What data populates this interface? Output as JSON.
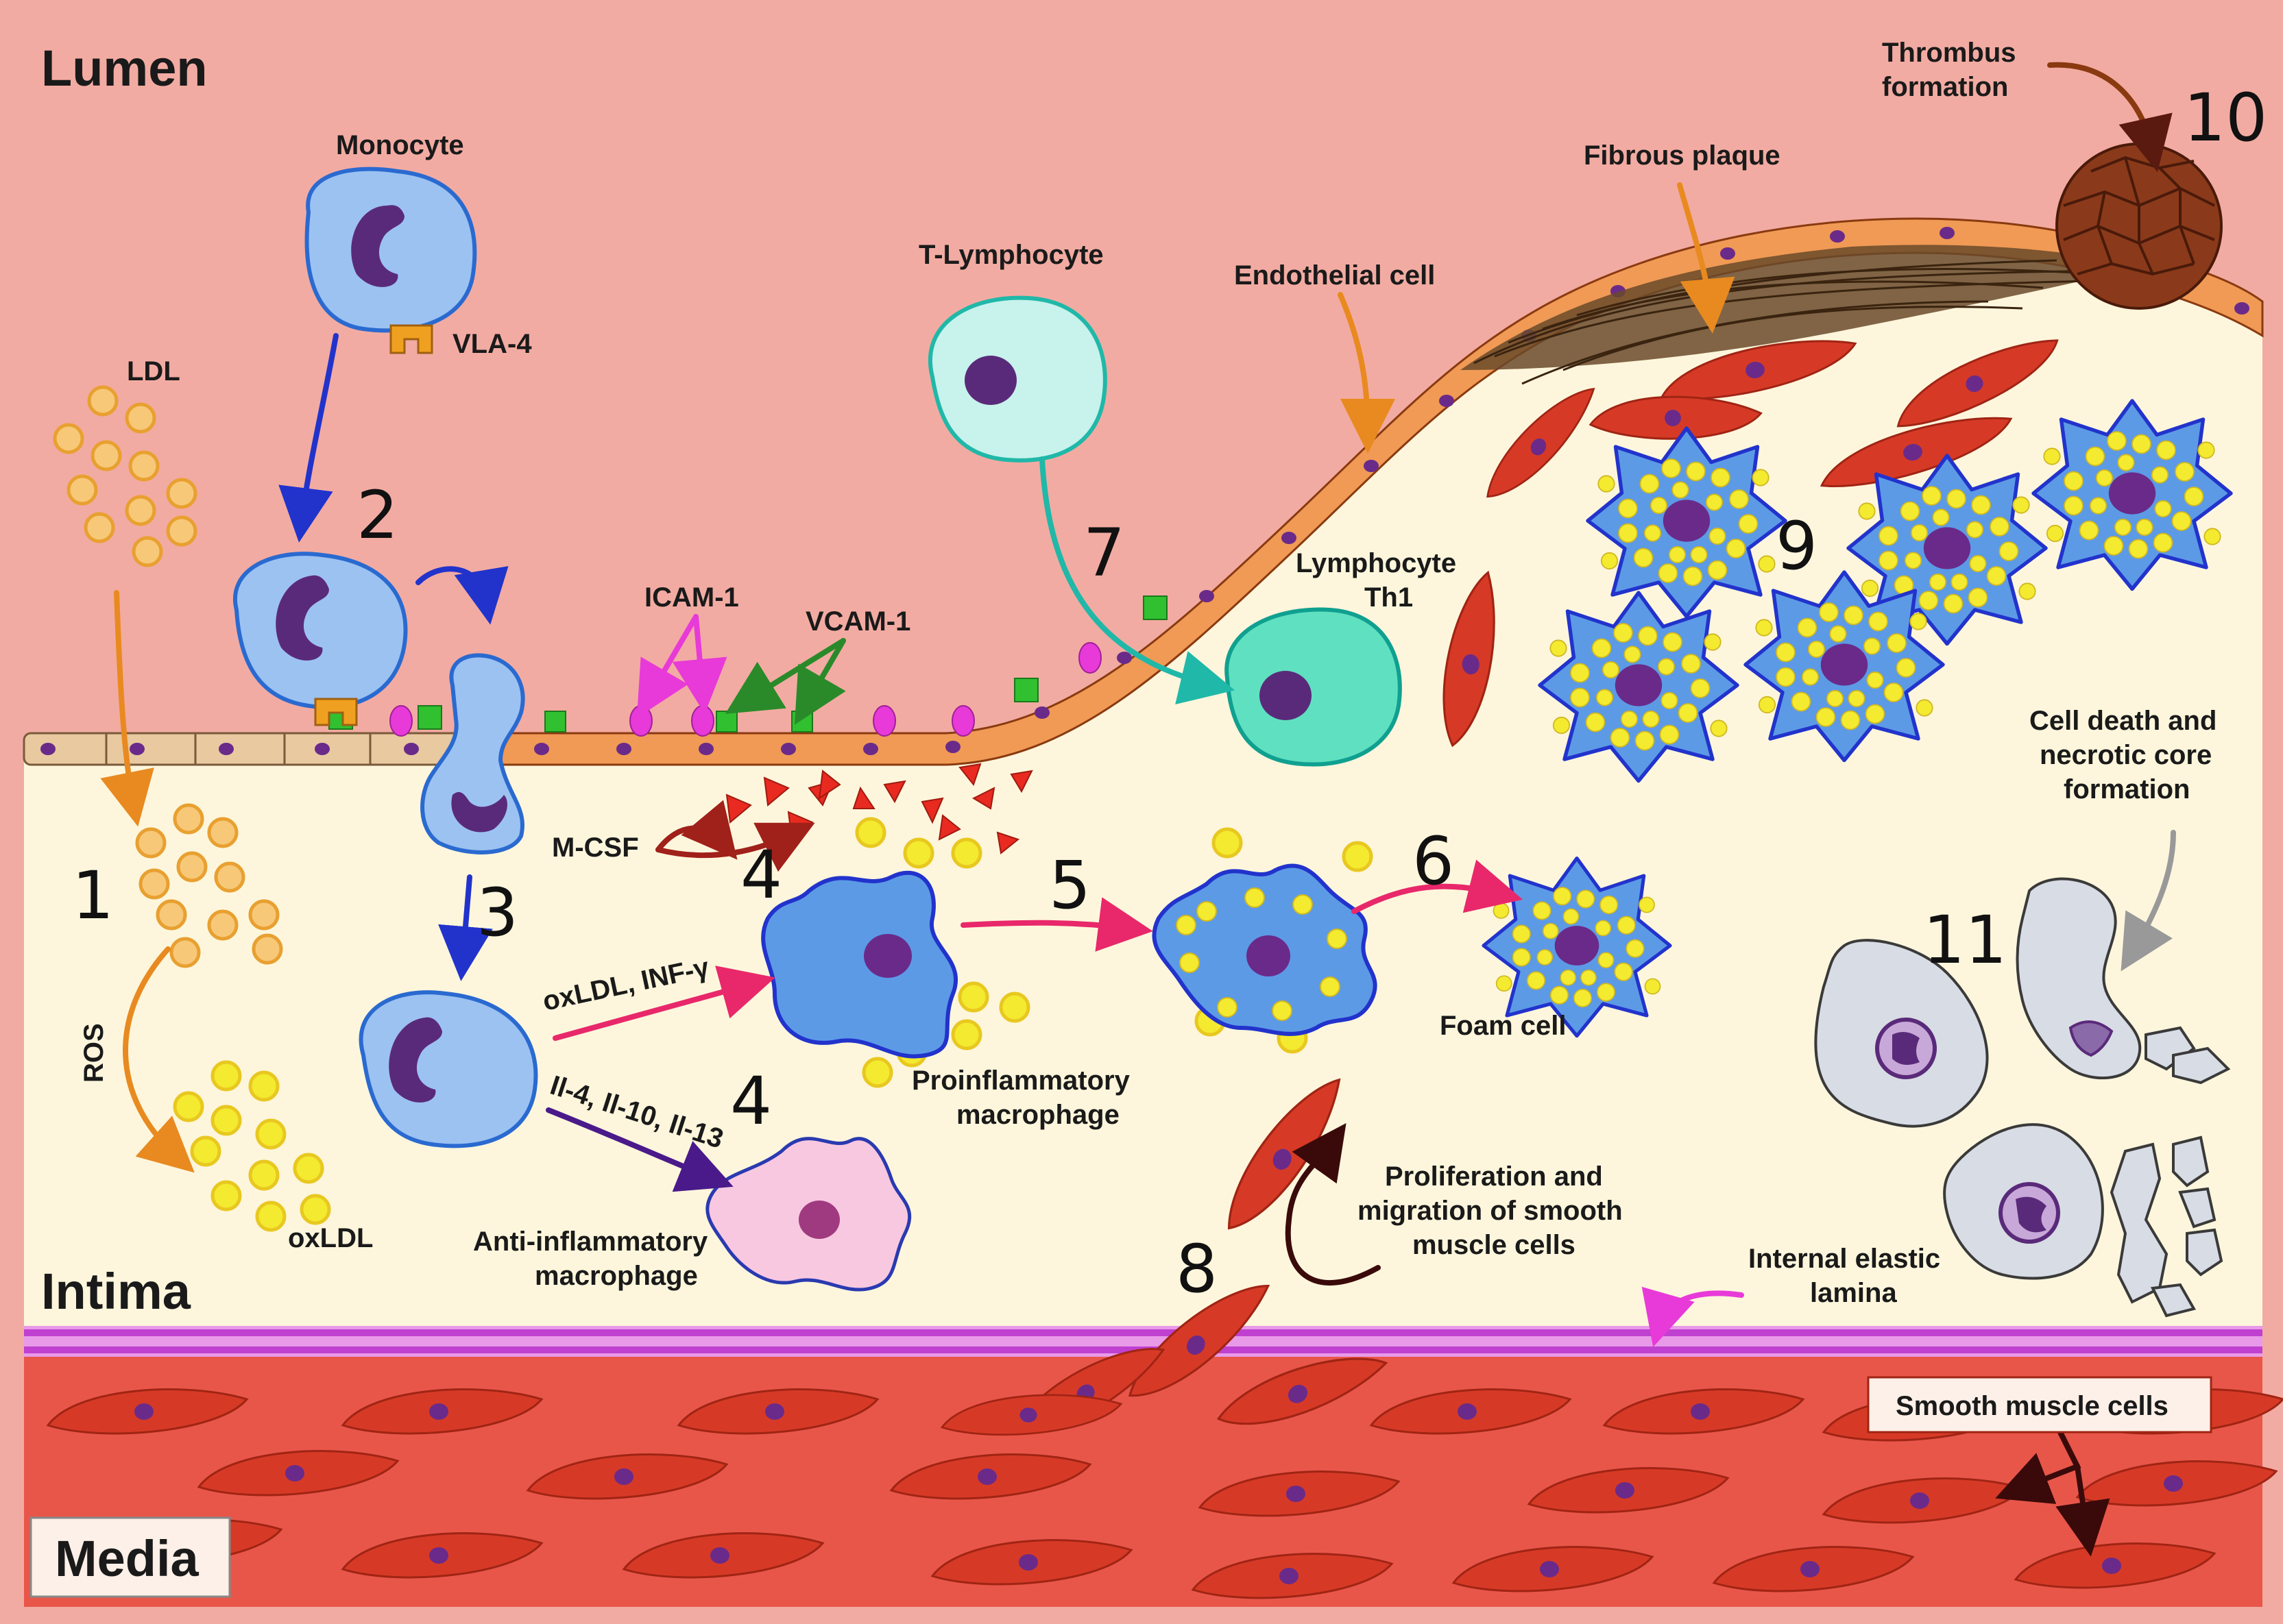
{
  "regions": {
    "lumen": "Lumen",
    "intima": "Intima",
    "media": "Media"
  },
  "labels": {
    "monocyte": "Monocyte",
    "vla4": "VLA-4",
    "ldl": "LDL",
    "icam1": "ICAM-1",
    "vcam1": "VCAM-1",
    "t_lymphocyte": "T-Lymphocyte",
    "endothelial_cell": "Endothelial cell",
    "fibrous_plaque": "Fibrous plaque",
    "thrombus_l1": "Thrombus",
    "thrombus_l2": "formation",
    "lymphocyte_l1": "Lymphocyte",
    "lymphocyte_l2": "Th1",
    "mcsf": "M-CSF",
    "oxldl_infg": "oxLDL, INF-γ",
    "il_list": "Il-4, Il-10, Il-13",
    "ros": "ROS",
    "oxldl": "oxLDL",
    "anti_l1": "Anti-inflammatory",
    "anti_l2": "macrophage",
    "pro_l1": "Proinflammatory",
    "pro_l2": "macrophage",
    "foam_cell": "Foam cell",
    "prolif_l1": "Proliferation and",
    "prolif_l2": "migration of smooth",
    "prolif_l3": "muscle cells",
    "iel_l1": "Internal elastic",
    "iel_l2": "lamina",
    "death_l1": "Cell death and",
    "death_l2": "necrotic core",
    "death_l3": "formation",
    "smc": "Smooth muscle cells"
  },
  "steps": {
    "s1": "1",
    "s2": "2",
    "s3": "3",
    "s4a": "4",
    "s4b": "4",
    "s5": "5",
    "s6": "6",
    "s7": "7",
    "s8": "8",
    "s9": "9",
    "s10": "10",
    "s11": "11"
  },
  "colors": {
    "lumen": "#f2aba2",
    "intima": "#fdf6dc",
    "media": "#e8564a",
    "endothelium_healthy": "#e8c9a0",
    "endothelium_active": "#f09a55",
    "monocyte": "#9cc2f2",
    "macrophage": "#5c9ae6",
    "foam_lipid": "#f6ea2c",
    "nucleus": "#5a2a7a",
    "smc": "#d63a26",
    "lamina": "#c85ad8",
    "t_cell": "#c8f2ec",
    "th1": "#5fe0c0"
  }
}
